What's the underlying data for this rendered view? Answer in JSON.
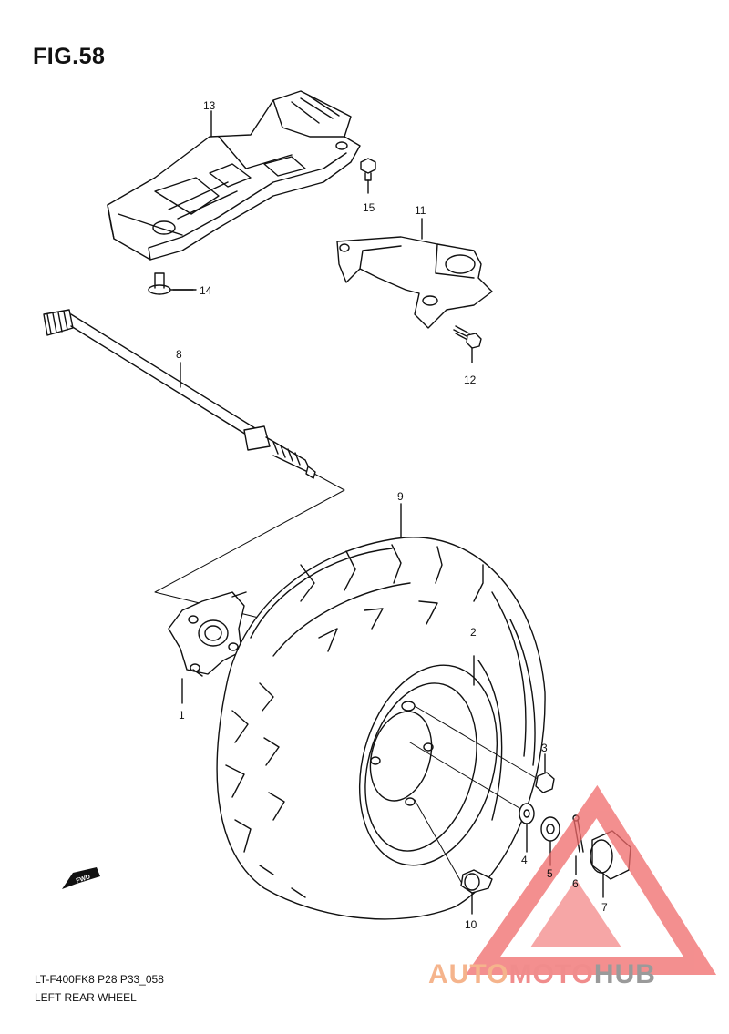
{
  "figure": {
    "title": "FIG.58"
  },
  "callouts": [
    {
      "id": "1",
      "label": "1"
    },
    {
      "id": "2",
      "label": "2"
    },
    {
      "id": "3",
      "label": "3"
    },
    {
      "id": "4",
      "label": "4"
    },
    {
      "id": "5",
      "label": "5"
    },
    {
      "id": "6",
      "label": "6"
    },
    {
      "id": "7",
      "label": "7"
    },
    {
      "id": "8",
      "label": "8"
    },
    {
      "id": "9",
      "label": "9"
    },
    {
      "id": "10",
      "label": "10"
    },
    {
      "id": "11",
      "label": "11"
    },
    {
      "id": "12",
      "label": "12"
    },
    {
      "id": "13",
      "label": "13"
    },
    {
      "id": "14",
      "label": "14"
    },
    {
      "id": "15",
      "label": "15"
    }
  ],
  "direction_badge": {
    "text": "FWD"
  },
  "footer": {
    "model_code": "LT-F400FK8 P28 P33_058",
    "section_name": "LEFT REAR WHEEL"
  },
  "watermark": {
    "part1": "AUTO",
    "part2": "MOTO",
    "part3": "HUB",
    "colors": {
      "auto": "#f5b48c",
      "moto": "#f08c8c",
      "hub": "#9a9a9a",
      "triangle": "#f06a6a"
    }
  }
}
